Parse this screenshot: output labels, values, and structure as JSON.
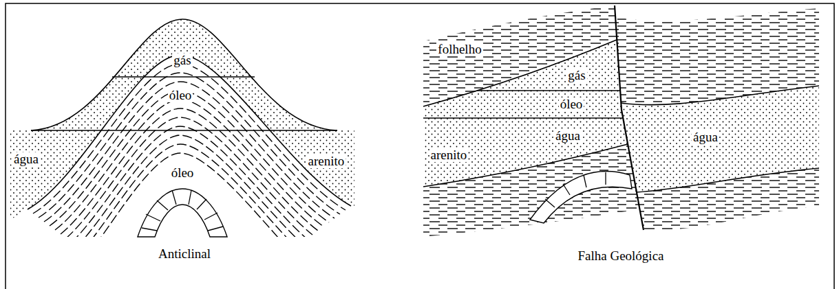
{
  "diagram": {
    "labels": [
      "gás",
      "óleo",
      "água",
      "óleo",
      "arenito",
      "Anticlinal",
      "folhelho",
      "gás",
      "óleo",
      "água",
      "arenito",
      "água",
      "Falha Geológica"
    ]
  }
}
